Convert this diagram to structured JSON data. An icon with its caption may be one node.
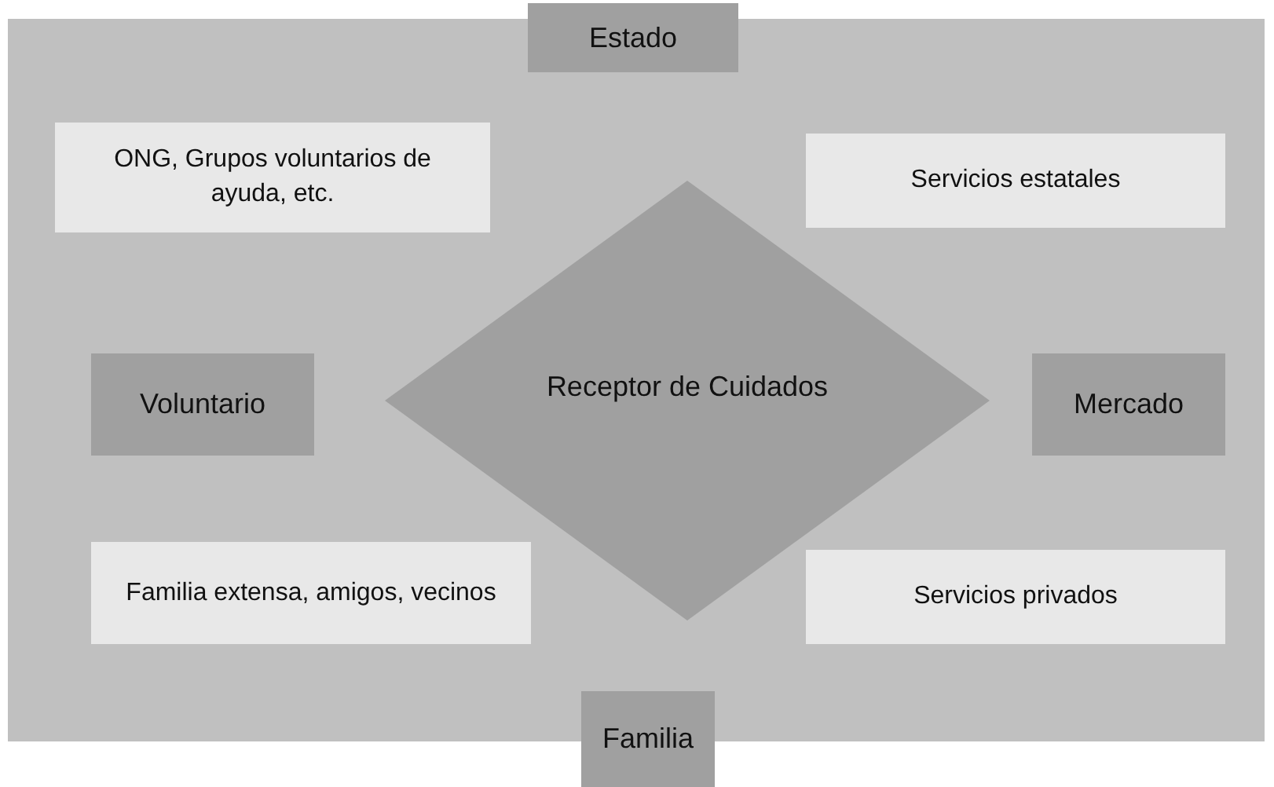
{
  "diagram": {
    "nodes": [
      {
        "text": [
          "Estado"
        ]
      },
      {
        "text": [
          "ONG, Grupos voluntarios de ayuda, etc."
        ]
      },
      {
        "text": [
          "Servicios estatales"
        ]
      },
      {
        "text": [
          "Voluntario"
        ]
      },
      {
        "text": [
          "Receptor de Cuidados"
        ]
      },
      {
        "text": [
          "Mercado"
        ]
      },
      {
        "text": [
          "Familia extensa, amigos, vecinos"
        ]
      },
      {
        "text": [
          "Servicios privados"
        ]
      },
      {
        "text": [
          "Familia"
        ]
      }
    ]
  }
}
